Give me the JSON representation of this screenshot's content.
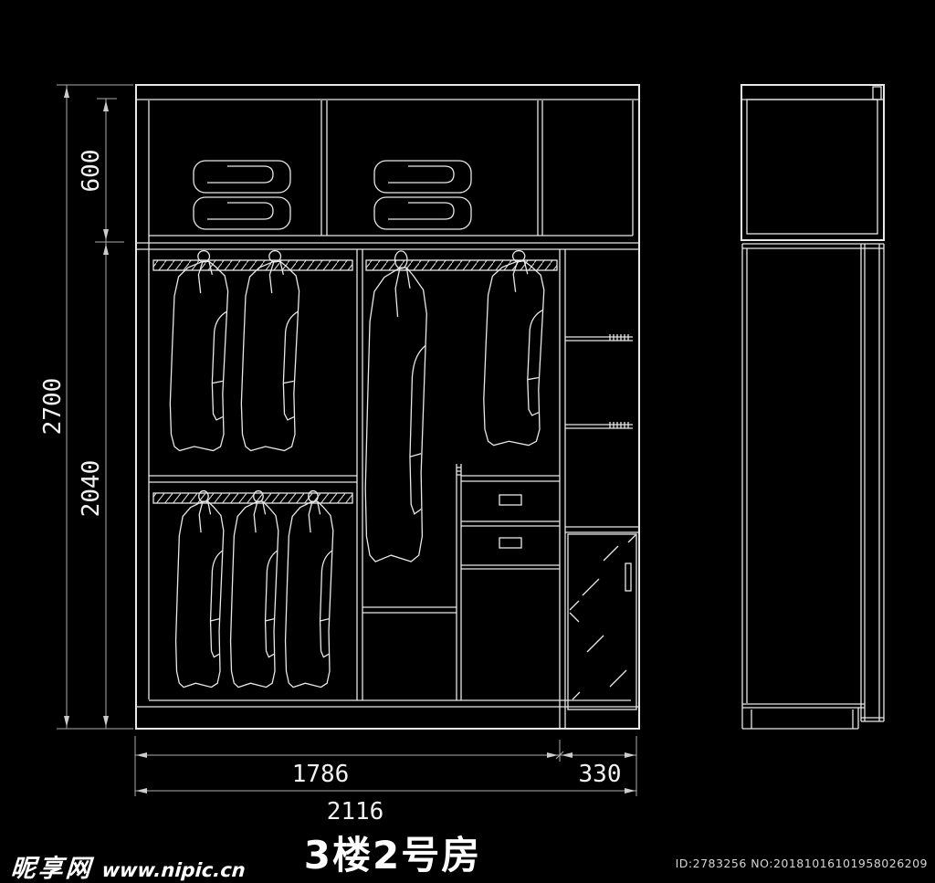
{
  "title": "3楼2号房",
  "drawing": {
    "dim_top_height": "600",
    "dim_total_height": "2700",
    "dim_lower_height": "2040",
    "dim_main_width": "1786",
    "dim_right_width": "330",
    "dim_total_width": "2116"
  },
  "watermark": {
    "site": "昵享网",
    "url": "www.nipic.cn"
  },
  "footer": {
    "id_text": "ID:2783256 NO:20181016101958026209"
  },
  "colors": {
    "background": "#000000",
    "line": "#e8e8e8",
    "dim_line": "#ababab",
    "text": "#ffffff"
  }
}
